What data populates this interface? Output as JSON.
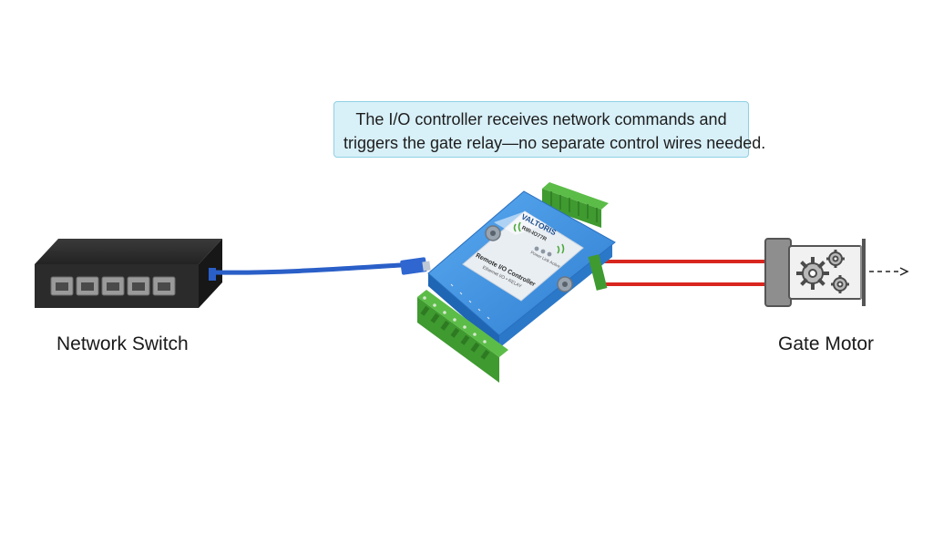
{
  "callout": {
    "line1": "The I/O controller receives network commands and",
    "line2": "triggers the gate relay—no separate control wires needed."
  },
  "switch": {
    "label": "Network Switch",
    "port_count": 5
  },
  "controller": {
    "brand": "VALTORIS",
    "model": "RIR-IO77R",
    "title": "Remote I/O Controller",
    "subtitle": "Ethernet I/O  •  RELAY",
    "leds": "Power  Link  Active"
  },
  "motor": {
    "label": "Gate Motor"
  },
  "colors": {
    "ethernet_cable": "#2a5fc8",
    "relay_wire": "#d8261f",
    "controller_body": "#3b8fe0",
    "terminal_block": "#4caa3a",
    "callout_bg": "#d8f0f8"
  }
}
